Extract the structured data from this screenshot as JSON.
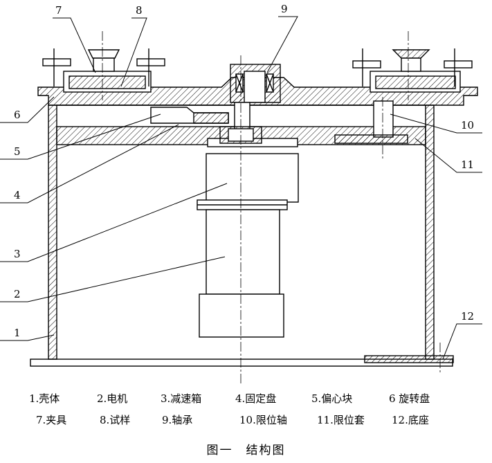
{
  "callouts": [
    "7",
    "8",
    "9",
    "6",
    "5",
    "4",
    "3",
    "2",
    "1",
    "10",
    "11",
    "12"
  ],
  "legend": {
    "row1": [
      "1.壳体",
      "2.电机",
      "3.减速箱",
      "4.固定盘",
      "5.偏心块",
      "6 旋转盘"
    ],
    "row2": [
      "7.夹具",
      "8.试样",
      "9.轴承",
      "10.限位轴",
      "11.限位套",
      "12.底座"
    ]
  },
  "caption": "图一　结构图"
}
